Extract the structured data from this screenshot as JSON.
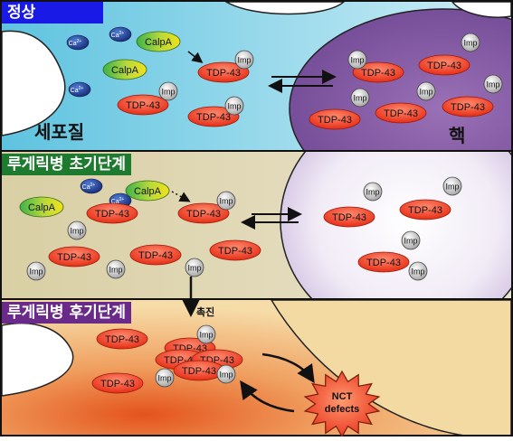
{
  "panels": [
    {
      "title": "정상",
      "header_color": "#1a1ae6",
      "cytoplasm_label": "세포질",
      "nucleus_label": "핵"
    },
    {
      "title": "루게릭병 초기단계",
      "header_color": "#1d7a2e"
    },
    {
      "title": "루게릭병 후기단계",
      "header_color": "#6a2a8a",
      "promotion_label": "촉진",
      "nct_label_line1": "NCT",
      "nct_label_line2": "defects"
    }
  ],
  "molecules": {
    "tdp43": "TDP-43",
    "imp": "Imp",
    "calpa": "CalpA",
    "calcium": "Ca2+"
  },
  "colors": {
    "tdp43": "#e8341c",
    "calpa_left": "#3cb34a",
    "calpa_right": "#f2e21a",
    "calcium": "#1f3f9e",
    "imp": "#d8d8d8",
    "nucleus": "#8c62a8"
  }
}
